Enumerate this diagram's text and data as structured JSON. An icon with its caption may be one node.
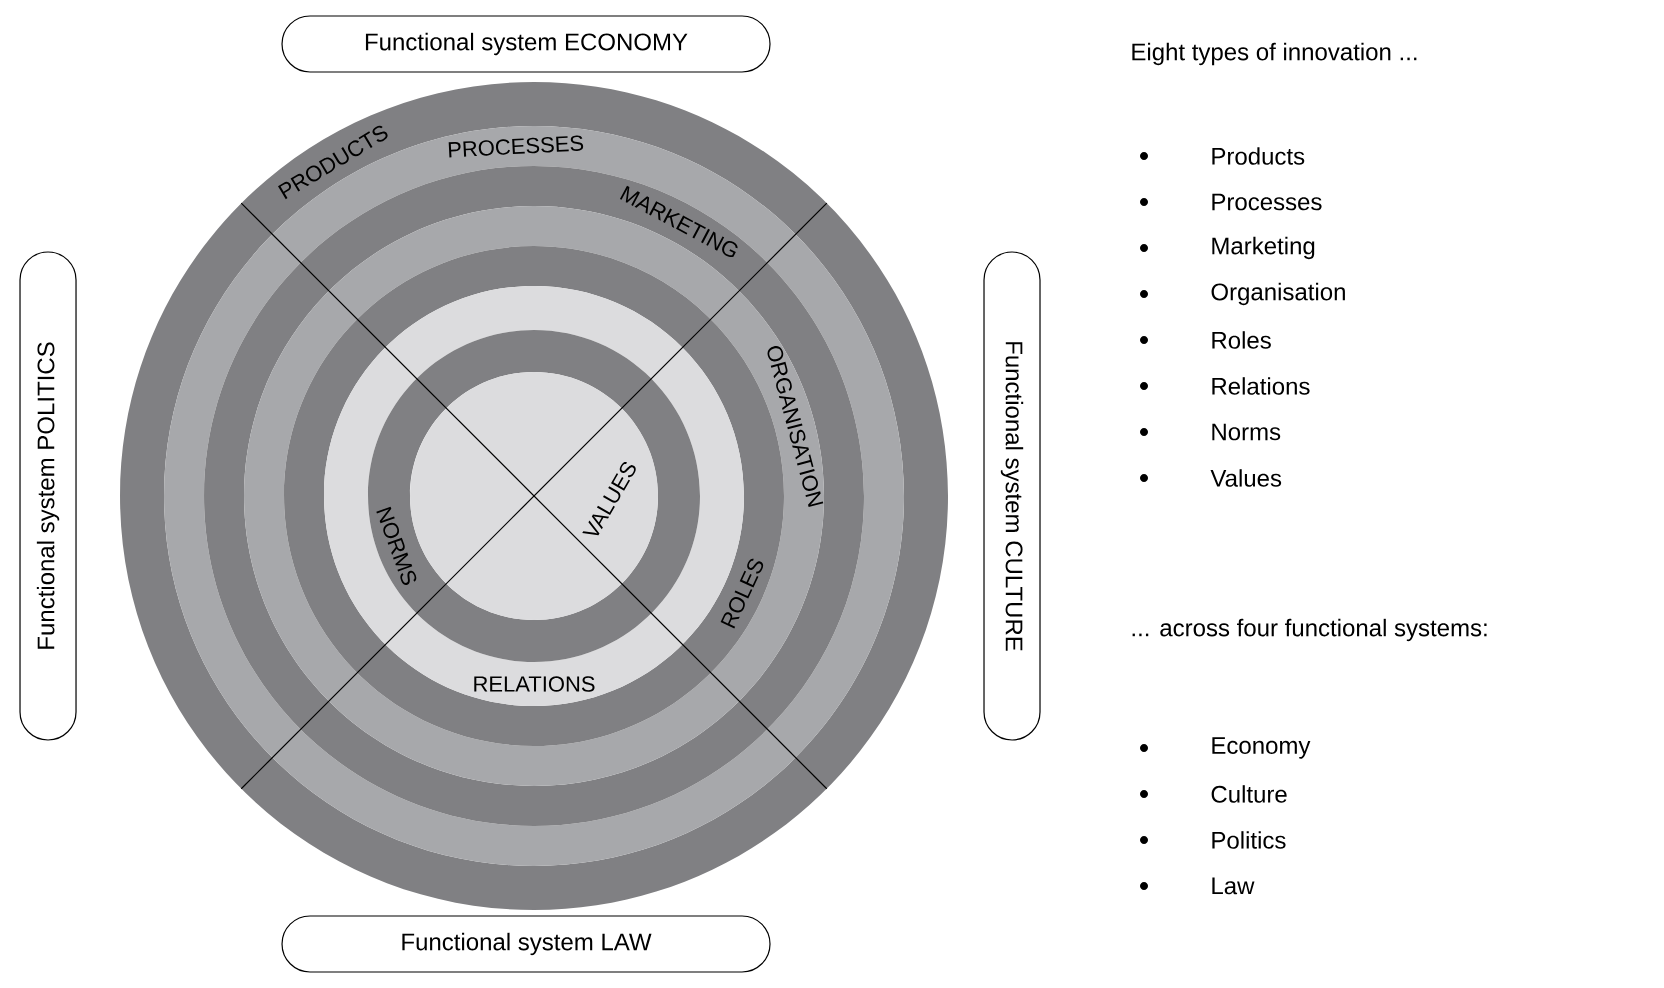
{
  "diagram": {
    "nodes": [
      {
        "text": [
          "Functional system ECONOMY"
        ]
      },
      {
        "text": [
          "Functional system POLITICS"
        ]
      },
      {
        "text": [
          "PRODUCTS"
        ]
      },
      {
        "text": [
          "PROCESSES"
        ]
      },
      {
        "text": [
          "MARKETING"
        ]
      },
      {
        "text": [
          "ORGANISATION"
        ]
      },
      {
        "text": [
          "ROLES"
        ]
      },
      {
        "text": [
          "RELATIONS"
        ]
      },
      {
        "text": [
          "NORMS"
        ]
      },
      {
        "text": [
          "VALUES"
        ]
      },
      {
        "text": [
          "Functional system CULTURE"
        ]
      },
      {
        "text": [
          "Functional system LAW"
        ]
      }
    ],
    "labels": [
      "Eight types of innovation ...",
      "Products",
      "Processes",
      "Marketing",
      "Organisation",
      "Roles",
      "Relations",
      "Norms",
      "Values",
      "... across four functional systems:",
      "Economy",
      "Culture",
      "Politics",
      "Law"
    ]
  }
}
